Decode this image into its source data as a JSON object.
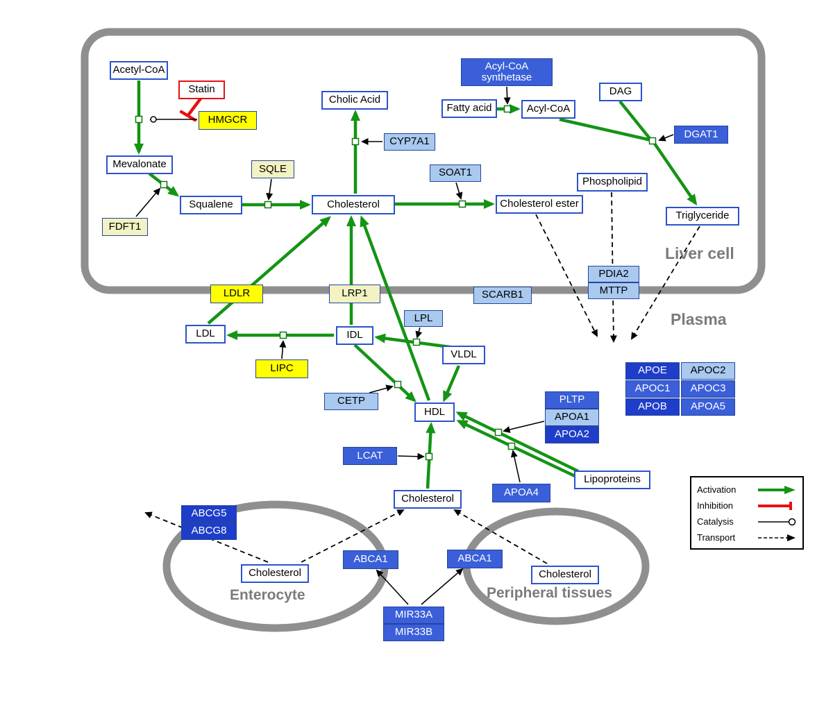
{
  "regions": {
    "liver": "Liver cell",
    "plasma": "Plasma",
    "enterocyte": "Enterocyte",
    "peripheral": "Peripheral tissues"
  },
  "nodes": {
    "acetyl_coa": "Acetyl-CoA",
    "statin": "Statin",
    "hmgcr": "HMGCR",
    "mevalonate": "Mevalonate",
    "cholic_acid": "Cholic Acid",
    "cyp7a1": "CYP7A1",
    "sqle": "SQLE",
    "squalene": "Squalene",
    "fdft1": "FDFT1",
    "cholesterol_liver": "Cholesterol",
    "soat1": "SOAT1",
    "cholesterol_ester": "Cholesterol ester",
    "acyl_coa_synthetase": "Acyl-CoA synthetase",
    "fatty_acid": "Fatty acid",
    "acyl_coa": "Acyl-CoA",
    "dag": "DAG",
    "dgat1": "DGAT1",
    "phospholipid": "Phospholipid",
    "triglyceride": "Triglyceride",
    "pdia2": "PDIA2",
    "mttp": "MTTP",
    "ldlr": "LDLR",
    "lrp1": "LRP1",
    "scarb1": "SCARB1",
    "ldl": "LDL",
    "idl": "IDL",
    "lpl": "LPL",
    "vldl": "VLDL",
    "lipc": "LIPC",
    "cetp": "CETP",
    "hdl": "HDL",
    "pltp": "PLTP",
    "apoa1": "APOA1",
    "apoa2": "APOA2",
    "lcat": "LCAT",
    "apoa4": "APOA4",
    "lipoproteins": "Lipoproteins",
    "apoe": "APOE",
    "apoc2": "APOC2",
    "apoc1": "APOC1",
    "apoc3": "APOC3",
    "apob": "APOB",
    "apoa5": "APOA5",
    "cholesterol_plasma": "Cholesterol",
    "abcg5": "ABCG5",
    "abcg8": "ABCG8",
    "cholesterol_enterocyte": "Cholesterol",
    "abca1_enterocyte": "ABCA1",
    "abca1_peripheral": "ABCA1",
    "cholesterol_peripheral": "Cholesterol",
    "mir33a": "MIR33A",
    "mir33b": "MIR33B"
  },
  "legend": {
    "activation": "Activation",
    "inhibition": "Inhibition",
    "catalysis": "Catalysis",
    "transport": "Transport"
  },
  "colors": {
    "activation_green": "#149414",
    "inhibition_red": "#e81010",
    "membrane_gray": "#8f8f8f",
    "metabolite_border_blue": "#2a52cc",
    "gene_yellow": "#ffff00",
    "gene_pale_yellow": "#f2f2c2",
    "gene_light_blue": "#a9c9ef",
    "gene_blue": "#3a5fd9",
    "gene_dark_blue": "#1e3ec9"
  }
}
